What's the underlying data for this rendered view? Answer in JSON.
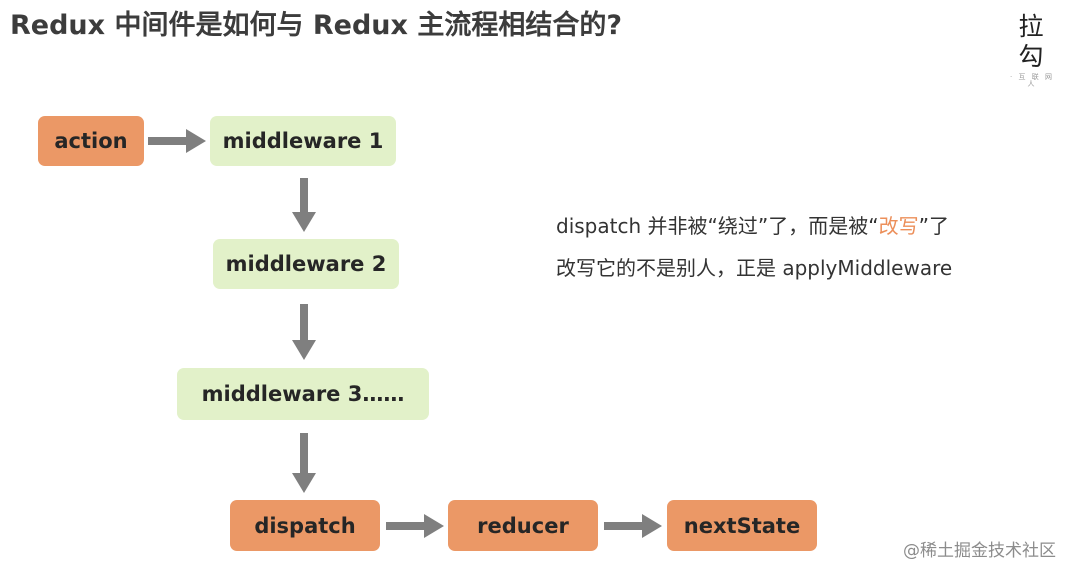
{
  "title": "Redux 中间件是如何与 Redux 主流程相结合的?",
  "logo": {
    "main": "拉勾",
    "sub": "· 互 联 网 人"
  },
  "nodes": {
    "action": "action",
    "middleware1": "middleware 1",
    "middleware2": "middleware 2",
    "middleware3": "middleware 3……",
    "dispatch": "dispatch",
    "reducer": "reducer",
    "nextState": "nextState"
  },
  "note": {
    "line1_before": "dispatch 并非被“绕过”了，而是被“",
    "line1_highlight": "改写",
    "line1_after": "”了",
    "line2": "改写它的不是别人，正是 applyMiddleware"
  },
  "watermark": "@稀土掘金技术社区",
  "colors": {
    "orange_node": "#eb9866",
    "green_node": "#e2f1c9",
    "arrow": "#7f7f7f",
    "highlight": "#ec8f5a"
  }
}
